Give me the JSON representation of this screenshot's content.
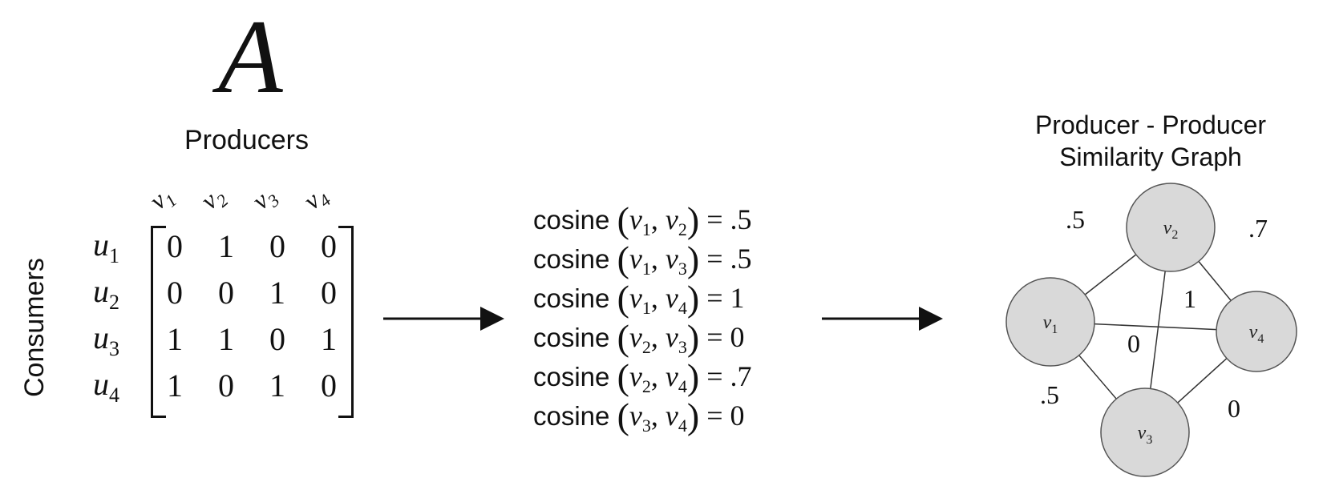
{
  "matrix": {
    "name": "A",
    "producers_label": "Producers",
    "consumers_label": "Consumers",
    "columns": [
      {
        "base": "v",
        "sub": "1"
      },
      {
        "base": "v",
        "sub": "2"
      },
      {
        "base": "v",
        "sub": "3"
      },
      {
        "base": "v",
        "sub": "4"
      }
    ],
    "rows": [
      {
        "base": "u",
        "sub": "1",
        "values": [
          "0",
          "1",
          "0",
          "0"
        ]
      },
      {
        "base": "u",
        "sub": "2",
        "values": [
          "0",
          "0",
          "1",
          "0"
        ]
      },
      {
        "base": "u",
        "sub": "3",
        "values": [
          "1",
          "1",
          "0",
          "1"
        ]
      },
      {
        "base": "u",
        "sub": "4",
        "values": [
          "1",
          "0",
          "1",
          "0"
        ]
      }
    ]
  },
  "similarities": [
    {
      "func": "cosine",
      "a": "1",
      "b": "2",
      "value": ".5"
    },
    {
      "func": "cosine",
      "a": "1",
      "b": "3",
      "value": ".5"
    },
    {
      "func": "cosine",
      "a": "1",
      "b": "4",
      "value": "1"
    },
    {
      "func": "cosine",
      "a": "2",
      "b": "3",
      "value": "0"
    },
    {
      "func": "cosine",
      "a": "2",
      "b": "4",
      "value": ".7"
    },
    {
      "func": "cosine",
      "a": "3",
      "b": "4",
      "value": "0"
    }
  ],
  "graph": {
    "title_line1": "Producer - Producer",
    "title_line2": "Similarity Graph",
    "node_fill": "#d9d9d9",
    "nodes": [
      {
        "id": "v1",
        "base": "v",
        "sub": "1"
      },
      {
        "id": "v2",
        "base": "v",
        "sub": "2"
      },
      {
        "id": "v3",
        "base": "v",
        "sub": "3"
      },
      {
        "id": "v4",
        "base": "v",
        "sub": "4"
      }
    ],
    "edges": [
      {
        "from": "v1",
        "to": "v2",
        "label": ".5"
      },
      {
        "from": "v2",
        "to": "v4",
        "label": ".7"
      },
      {
        "from": "v1",
        "to": "v4",
        "label": "1"
      },
      {
        "from": "v2",
        "to": "v3",
        "label": "0"
      },
      {
        "from": "v1",
        "to": "v3",
        "label": ".5"
      },
      {
        "from": "v3",
        "to": "v4",
        "label": "0"
      }
    ]
  }
}
